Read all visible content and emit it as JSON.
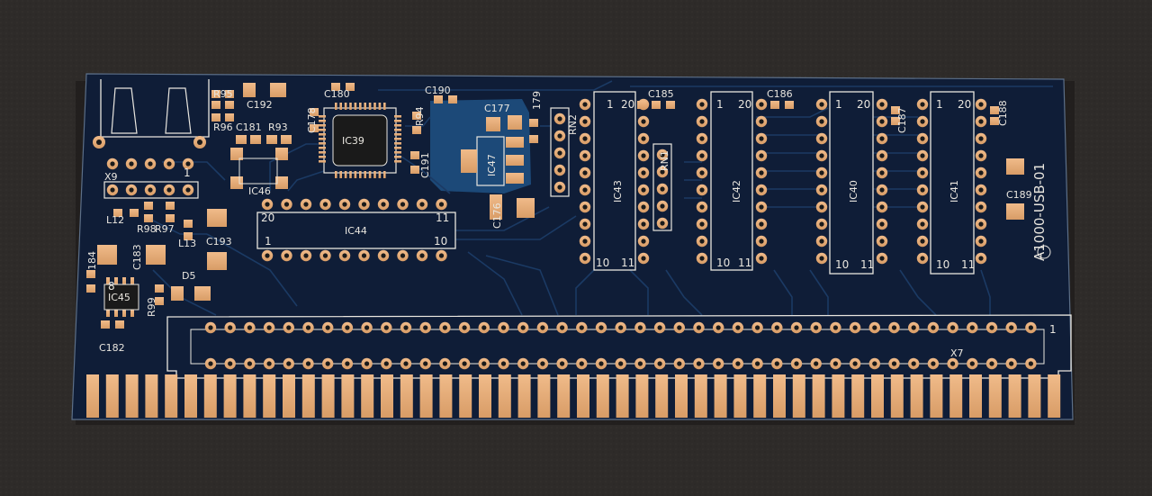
{
  "colors": {
    "background": "#2e2b29",
    "board": "#0f1d37",
    "trace": "#1b3a64",
    "copper_fill": "#1e4f80",
    "silkscreen": "#e9e6df",
    "pad": "#e8b07c",
    "pad_hole": "#1a1a1a"
  },
  "board": {
    "id_text": "A1000-USB-01"
  },
  "labels": [
    "R95",
    "C192",
    "C180",
    "C190",
    "C177",
    "179",
    "C185",
    "C186",
    "R96",
    "C181",
    "R93",
    "C178",
    "IC39",
    "R94",
    "RN2",
    "RN1",
    "C191",
    "IC47",
    "IC43",
    "IC42",
    "IC40",
    "IC41",
    "C187",
    "C188",
    "C189",
    "X9",
    "IC46",
    "L12",
    "R98",
    "R97",
    "L13",
    "C193",
    "C176",
    "IC44",
    "C183",
    "184",
    "D5",
    "IC45",
    "R99",
    "C182",
    "X7"
  ],
  "pin_numbers": [
    "1",
    "20",
    "10",
    "11",
    "8"
  ],
  "connector_x9_pin": "1",
  "connector_x7_pin": "1"
}
